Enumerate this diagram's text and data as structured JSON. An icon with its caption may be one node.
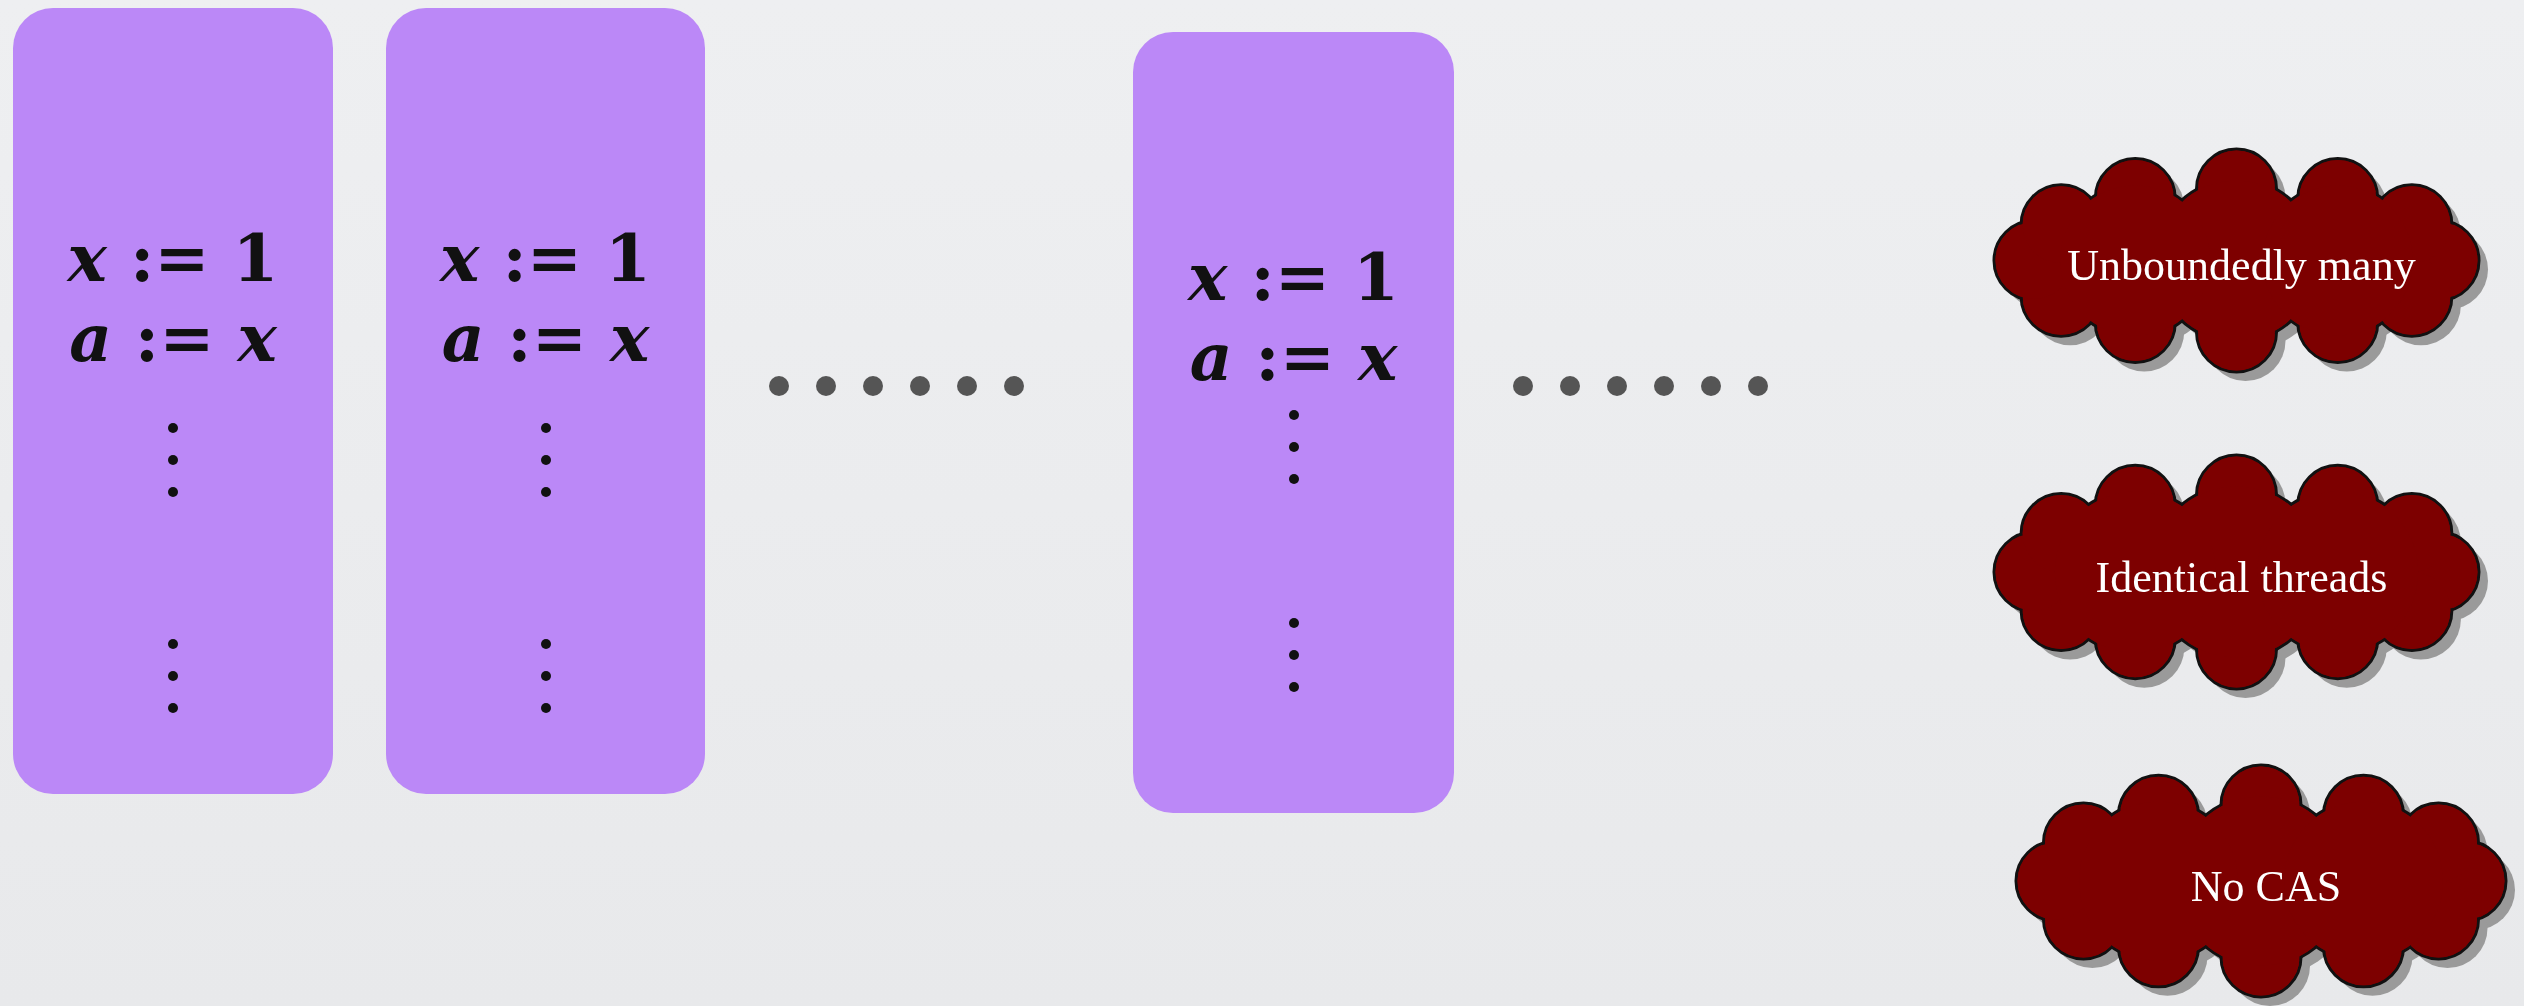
{
  "diagram": {
    "nodes": [
      {
        "text": [
          "*x* := 1",
          "*a* := *x*"
        ]
      },
      {
        "text": [
          "*x* := 1",
          "*a* := *x*"
        ]
      },
      {
        "text": [
          "*x* := 1",
          "*a* := *x*"
        ]
      },
      {
        "text": [
          "Unboundedly many"
        ]
      },
      {
        "text": [
          "Identical threads"
        ]
      },
      {
        "text": [
          "No CAS"
        ]
      }
    ]
  }
}
